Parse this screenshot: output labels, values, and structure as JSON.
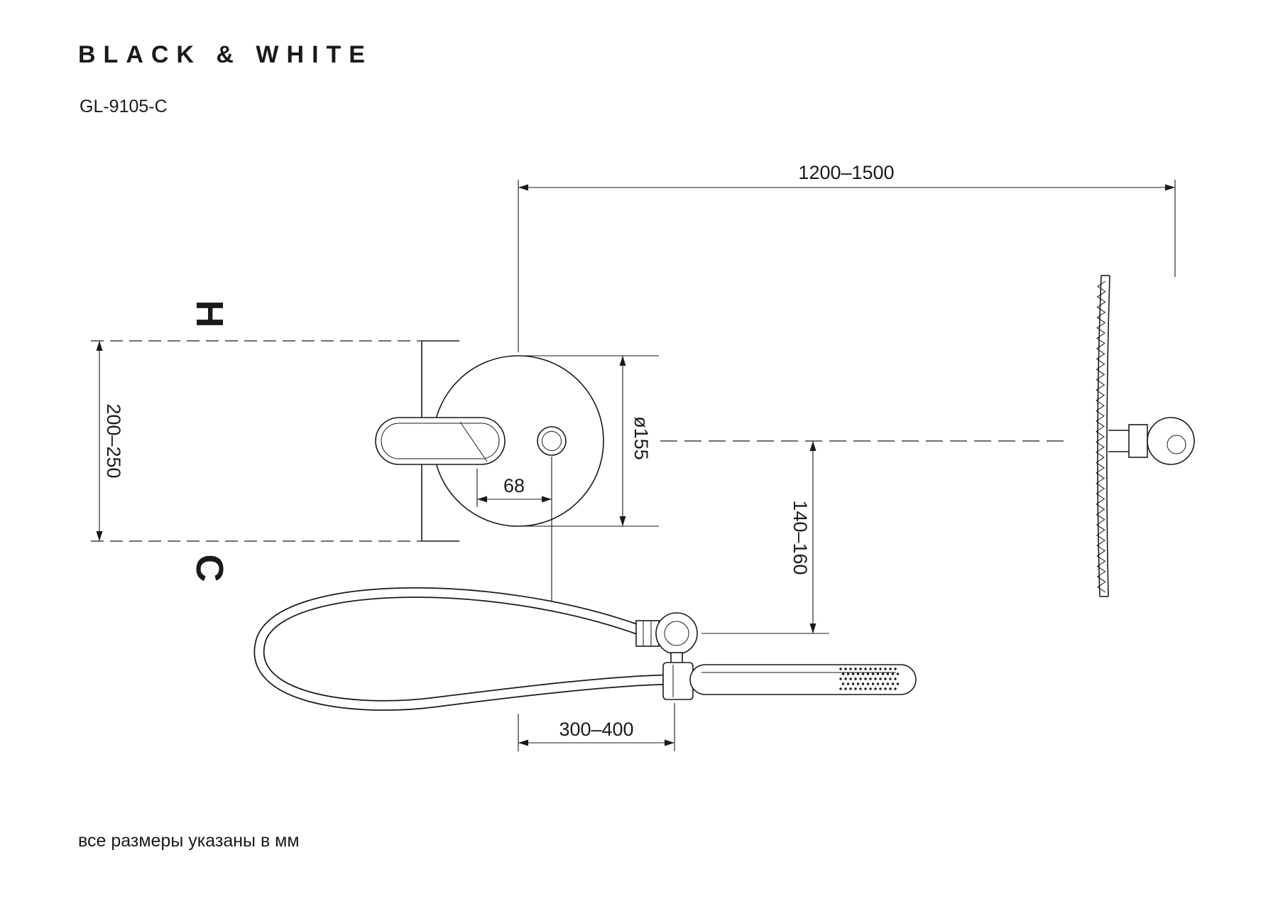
{
  "meta": {
    "brand": "BLACK & WHITE",
    "model": "GL-9105-C",
    "footnote": "все размеры указаны в мм"
  },
  "labels": {
    "hot": "H",
    "cold": "C"
  },
  "dimensions": {
    "top_span": "1200–1500",
    "left_span": "200–250",
    "plate_diameter": "ø155",
    "handle_to_diverter": "68",
    "drop_span": "140–160",
    "bottom_span": "300–400"
  },
  "colors": {
    "line": "#1a1a1a",
    "background": "#ffffff"
  }
}
